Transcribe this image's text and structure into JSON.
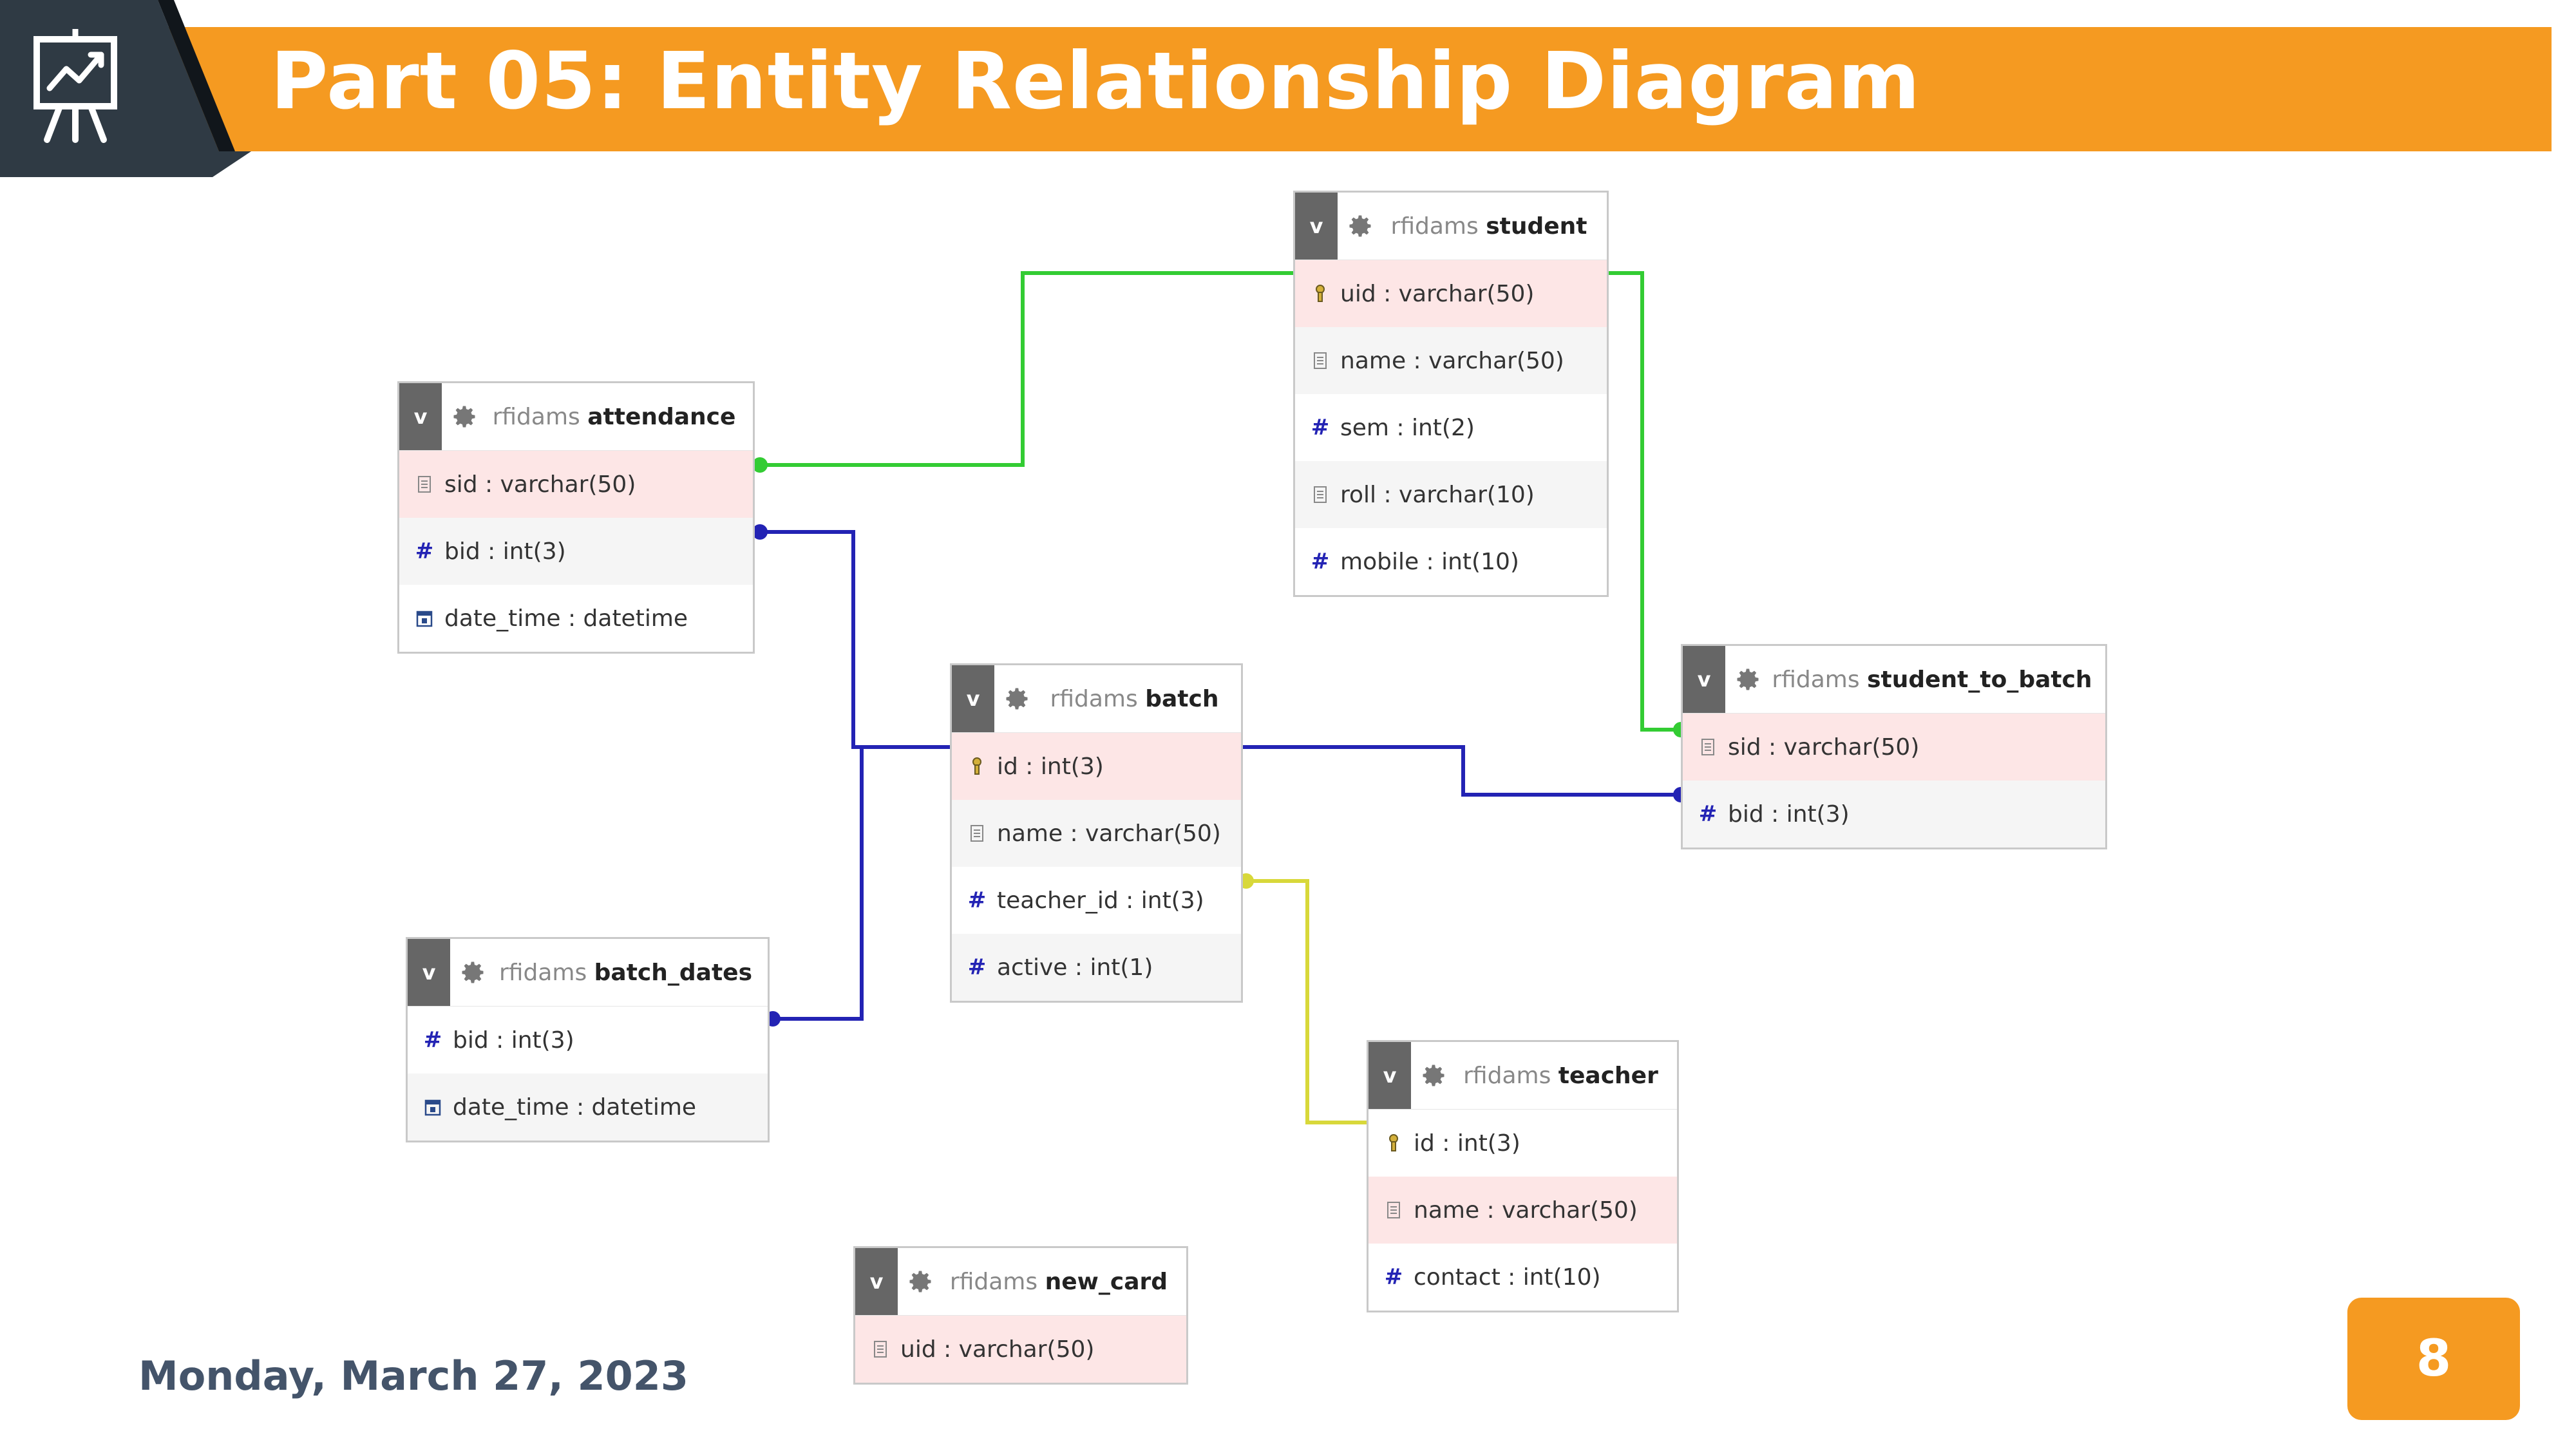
{
  "header": {
    "title": "Part 05: Entity Relationship Diagram"
  },
  "colors": {
    "accent": "#f59a21",
    "dark": "#2f3a44",
    "date_text": "#44546a",
    "green_link": "#33cc33",
    "blue_link": "#2323b4",
    "yellow_link": "#d8d83a"
  },
  "tables": {
    "attendance": {
      "db": "rfidams",
      "name": "attendance",
      "toggle": "v",
      "columns": [
        {
          "text": "sid : varchar(50)",
          "icon": "text-field-icon"
        },
        {
          "text": "bid : int(3)",
          "icon": "hash-icon"
        },
        {
          "text": "date_time : datetime",
          "icon": "calendar-icon"
        }
      ]
    },
    "student": {
      "db": "rfidams",
      "name": "student",
      "toggle": "v",
      "columns": [
        {
          "text": "uid : varchar(50)",
          "icon": "key-icon"
        },
        {
          "text": "name : varchar(50)",
          "icon": "text-field-icon"
        },
        {
          "text": "sem : int(2)",
          "icon": "hash-icon"
        },
        {
          "text": "roll : varchar(10)",
          "icon": "text-field-icon"
        },
        {
          "text": "mobile : int(10)",
          "icon": "hash-icon"
        }
      ]
    },
    "batch": {
      "db": "rfidams",
      "name": "batch",
      "toggle": "v",
      "columns": [
        {
          "text": "id : int(3)",
          "icon": "key-icon"
        },
        {
          "text": "name : varchar(50)",
          "icon": "text-field-icon"
        },
        {
          "text": "teacher_id : int(3)",
          "icon": "hash-icon"
        },
        {
          "text": "active : int(1)",
          "icon": "hash-icon"
        }
      ]
    },
    "student_to_batch": {
      "db": "rfidams",
      "name": "student_to_batch",
      "toggle": "v",
      "columns": [
        {
          "text": "sid : varchar(50)",
          "icon": "text-field-icon"
        },
        {
          "text": "bid : int(3)",
          "icon": "hash-icon"
        }
      ]
    },
    "batch_dates": {
      "db": "rfidams",
      "name": "batch_dates",
      "toggle": "v",
      "columns": [
        {
          "text": "bid : int(3)",
          "icon": "hash-icon"
        },
        {
          "text": "date_time : datetime",
          "icon": "calendar-icon"
        }
      ]
    },
    "teacher": {
      "db": "rfidams",
      "name": "teacher",
      "toggle": "v",
      "columns": [
        {
          "text": "id : int(3)",
          "icon": "key-icon"
        },
        {
          "text": "name : varchar(50)",
          "icon": "text-field-icon"
        },
        {
          "text": "contact : int(10)",
          "icon": "hash-icon"
        }
      ]
    },
    "new_card": {
      "db": "rfidams",
      "name": "new_card",
      "toggle": "v",
      "columns": [
        {
          "text": "uid : varchar(50)",
          "icon": "text-field-icon"
        }
      ]
    }
  },
  "relationships": [
    {
      "from": "attendance.sid",
      "to": "student.uid",
      "color": "#33cc33"
    },
    {
      "from": "attendance.bid",
      "to": "batch.id",
      "color": "#2323b4"
    },
    {
      "from": "batch_dates.bid",
      "to": "batch.id",
      "color": "#2323b4"
    },
    {
      "from": "student_to_batch.sid",
      "to": "student.uid",
      "color": "#33cc33"
    },
    {
      "from": "student_to_batch.bid",
      "to": "batch.id",
      "color": "#2323b4"
    },
    {
      "from": "batch.teacher_id",
      "to": "teacher.id",
      "color": "#d8d83a"
    }
  ],
  "footer": {
    "date": "Monday, March 27, 2023",
    "page_number": "8"
  }
}
